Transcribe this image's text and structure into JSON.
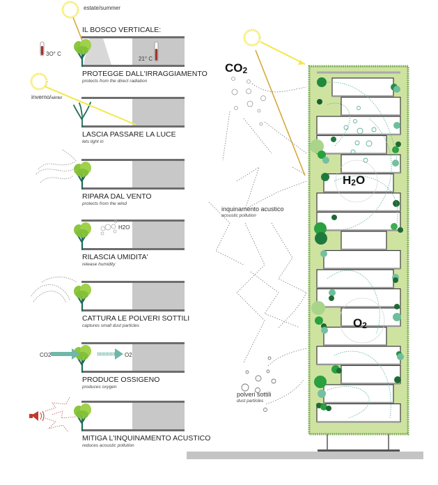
{
  "left_panel": {
    "season_summer": "estate/summer",
    "season_winter_main": "inverno/",
    "season_winter_sub": "winter",
    "heading": "IL BOSCO VERTICALE:",
    "temp_outside": "3O° C",
    "temp_inside": "21° C",
    "co2_label": "CO2",
    "o2_label": "O2",
    "h2o_label": "H2O",
    "rows": [
      {
        "title": "PROTEGGE DALL'IRRAGGIAMENTO",
        "subtitle": "protects from the direct radiation",
        "icon": "sun-icon"
      },
      {
        "title": "LASCIA PASSARE LA LUCE",
        "subtitle": "lets light in",
        "icon": "sun-icon"
      },
      {
        "title": "RIPARA  DAL VENTO",
        "subtitle": "protects from the wind",
        "icon": "wind-icon"
      },
      {
        "title": "RILASCIA UMIDITA'",
        "subtitle": "release humidity",
        "icon": "bubbles-icon"
      },
      {
        "title": "CATTURA LE POLVERI SOTTILI",
        "subtitle": "captures small dust particles",
        "icon": "dust-icon"
      },
      {
        "title": "PRODUCE OSSIGENO",
        "subtitle": "produces oxygen",
        "icon": "arrow-icon"
      },
      {
        "title": "MITIGA L'INQUINAMENTO ACUSTICO",
        "subtitle": "reduces acoustic pollution",
        "icon": "megaphone-icon"
      }
    ]
  },
  "right_panel": {
    "co2": "CO",
    "co2_sub": "2",
    "h2o_a": "H",
    "h2o_sub": "2",
    "h2o_b": "O",
    "o2": "O",
    "o2_sub": "2",
    "noise_label": "inquinamento acustico",
    "noise_sub": "acoustic pollution",
    "dust_label": "polveri sottili",
    "dust_sub": "dust particles"
  },
  "colors": {
    "leaf_light": "#8cc63f",
    "leaf_dark": "#1e7a3c",
    "trunk": "#1f6b5a",
    "sun": "#f2e84a",
    "sun_ray": "#d4a93a",
    "slab": "#6d6d6d",
    "interior": "#c8c8c8",
    "facade_green": "#cfe3a1",
    "ground": "#c4c4c4",
    "thermo_red": "#a0352a",
    "flow_teal": "#5fae9a"
  }
}
